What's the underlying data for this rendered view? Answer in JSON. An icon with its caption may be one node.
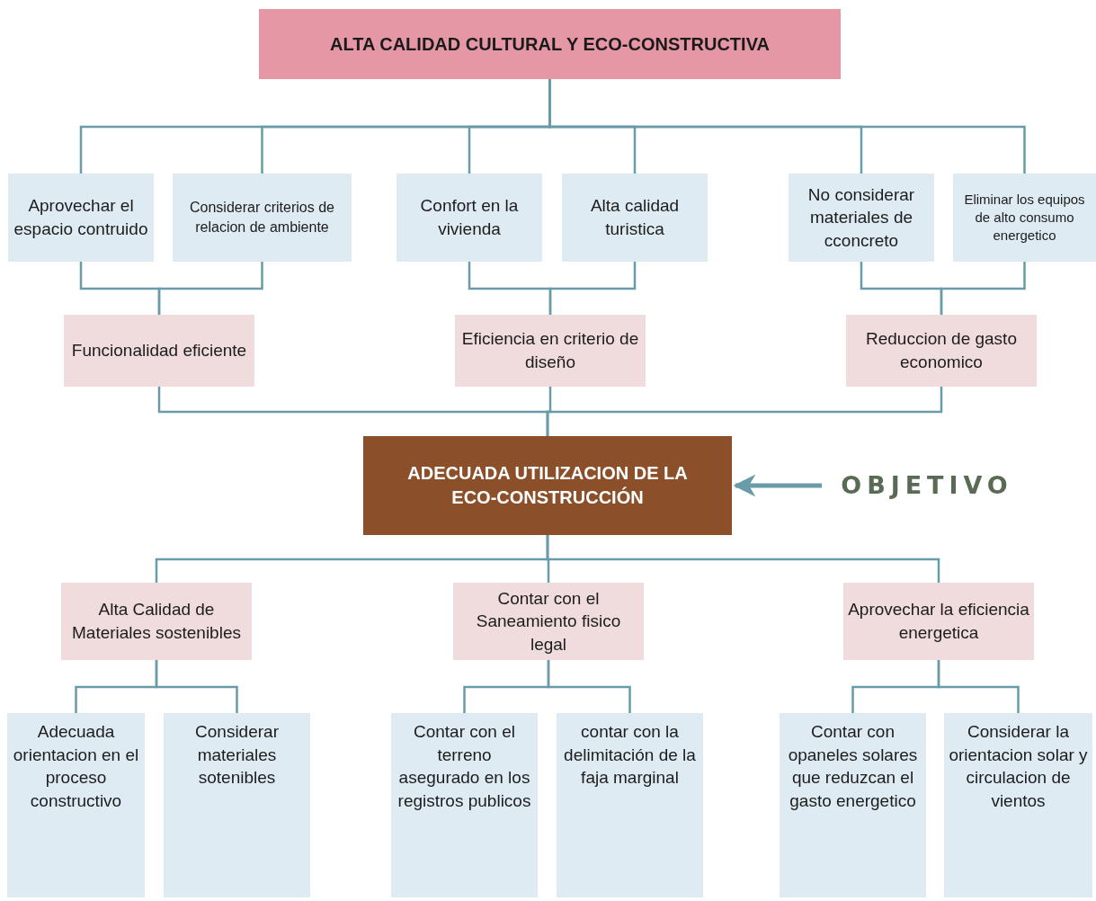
{
  "diagram": {
    "nodes": [
      {
        "text": [
          "ALTA CALIDAD CULTURAL Y ECO-CONSTRUCTIVA"
        ]
      },
      {
        "text": [
          "Aprovechar el espacio contruido"
        ]
      },
      {
        "text": [
          "Considerar criterios de relacion de ambiente"
        ]
      },
      {
        "text": [
          "Confort en la vivienda"
        ]
      },
      {
        "text": [
          "Alta calidad turistica"
        ]
      },
      {
        "text": [
          "No considerar materiales de cconcreto"
        ]
      },
      {
        "text": [
          "Eliminar los equipos de alto consumo energetico"
        ]
      },
      {
        "text": [
          "Funcionalidad eficiente"
        ]
      },
      {
        "text": [
          "Eficiencia en criterio de diseño"
        ]
      },
      {
        "text": [
          "Reduccion de gasto economico"
        ]
      },
      {
        "text": [
          "ADECUADA UTILIZACION DE LA ECO-CONSTRUCCIÓN"
        ]
      },
      {
        "text": [
          "OBJETIVO"
        ]
      },
      {
        "text": [
          "Alta Calidad de Materiales sostenibles"
        ]
      },
      {
        "text": [
          "Contar con el Saneamiento fisico legal"
        ]
      },
      {
        "text": [
          "Aprovechar la eficiencia energetica"
        ]
      },
      {
        "text": [
          "Adecuada orientacion en el proceso constructivo"
        ]
      },
      {
        "text": [
          "Considerar materiales sotenibles"
        ]
      },
      {
        "text": [
          "Contar con el terreno asegurado en los registros publicos"
        ]
      },
      {
        "text": [
          "contar con la delimitación de la faja marginal"
        ]
      },
      {
        "text": [
          "Contar con opaneles solares que reduzcan el gasto energetico"
        ]
      },
      {
        "text": [
          "Considerar la orientacion solar y circulacion de vientos"
        ]
      }
    ],
    "edges": [
      {
        "from": 0,
        "to": 1,
        "arrow": "none"
      },
      {
        "from": 0,
        "to": 2,
        "arrow": "none"
      },
      {
        "from": 0,
        "to": 3,
        "arrow": "none"
      },
      {
        "from": 0,
        "to": 4,
        "arrow": "none"
      },
      {
        "from": 0,
        "to": 5,
        "arrow": "none"
      },
      {
        "from": 0,
        "to": 6,
        "arrow": "none"
      },
      {
        "from": 1,
        "to": 7,
        "arrow": "none"
      },
      {
        "from": 2,
        "to": 7,
        "arrow": "none"
      },
      {
        "from": 3,
        "to": 8,
        "arrow": "none"
      },
      {
        "from": 4,
        "to": 8,
        "arrow": "none"
      },
      {
        "from": 5,
        "to": 9,
        "arrow": "none"
      },
      {
        "from": 6,
        "to": 9,
        "arrow": "none"
      },
      {
        "from": 7,
        "to": 10,
        "arrow": "none"
      },
      {
        "from": 8,
        "to": 10,
        "arrow": "none"
      },
      {
        "from": 9,
        "to": 10,
        "arrow": "none"
      },
      {
        "from": 11,
        "to": 10,
        "arrow": "to",
        "style": "thick"
      },
      {
        "from": 10,
        "to": 12,
        "arrow": "none"
      },
      {
        "from": 10,
        "to": 13,
        "arrow": "none"
      },
      {
        "from": 10,
        "to": 14,
        "arrow": "none"
      },
      {
        "from": 12,
        "to": 15,
        "arrow": "none"
      },
      {
        "from": 12,
        "to": 16,
        "arrow": "none"
      },
      {
        "from": 13,
        "to": 17,
        "arrow": "none"
      },
      {
        "from": 13,
        "to": 18,
        "arrow": "none"
      },
      {
        "from": 14,
        "to": 19,
        "arrow": "none"
      },
      {
        "from": 14,
        "to": 20,
        "arrow": "none"
      }
    ]
  }
}
